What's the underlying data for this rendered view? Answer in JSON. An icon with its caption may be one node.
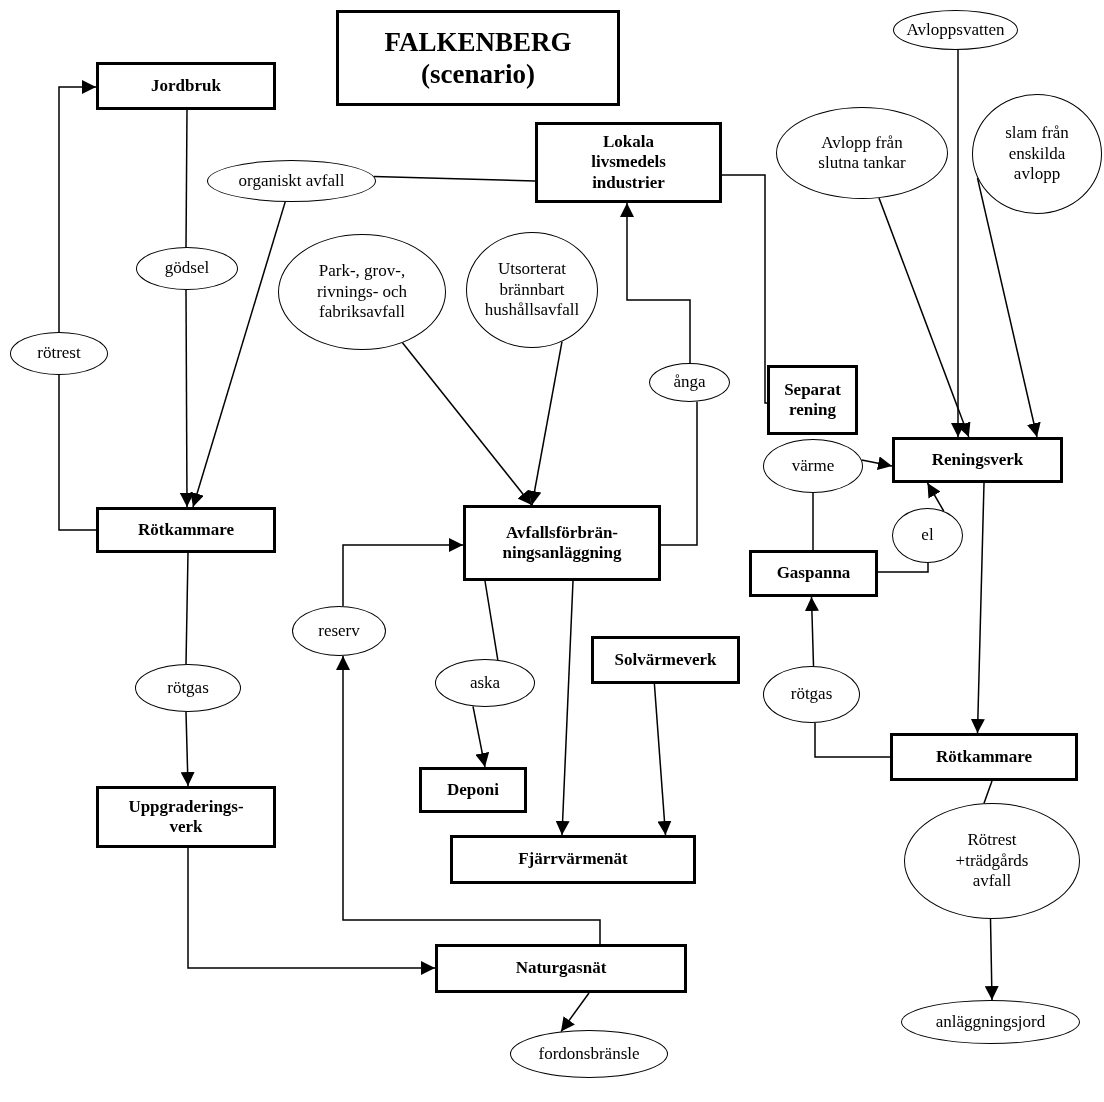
{
  "diagram": {
    "title": "FALKENBERG (scenario)",
    "nodes": [
      {
        "text": [
          "Jordbruk"
        ]
      },
      {
        "text": [
          "Lokala livsmedels industrier"
        ]
      },
      {
        "text": [
          "Avloppsvatten"
        ]
      },
      {
        "text": [
          "Avlopp från slutna tankar"
        ]
      },
      {
        "text": [
          "slam från enskilda avlopp"
        ]
      },
      {
        "text": [
          "organiskt avfall"
        ]
      },
      {
        "text": [
          "gödsel"
        ]
      },
      {
        "text": [
          "Park-, grov-, rivnings- och fabriksavfall"
        ]
      },
      {
        "text": [
          "Utsorterat brännbart hushållsavfall"
        ]
      },
      {
        "text": [
          "rötrest"
        ]
      },
      {
        "text": [
          "ånga"
        ]
      },
      {
        "text": [
          "Separat rening"
        ]
      },
      {
        "text": [
          "värme"
        ]
      },
      {
        "text": [
          "Reningsverk"
        ]
      },
      {
        "text": [
          "Rötkammare"
        ]
      },
      {
        "text": [
          "Avfallsförbrän-ningsanläggning"
        ]
      },
      {
        "text": [
          "el"
        ]
      },
      {
        "text": [
          "Gaspanna"
        ]
      },
      {
        "text": [
          "reserv"
        ]
      },
      {
        "text": [
          "Solvärmeverk"
        ]
      },
      {
        "text": [
          "rötgas"
        ]
      },
      {
        "text": [
          "aska"
        ]
      },
      {
        "text": [
          "rötgas"
        ]
      },
      {
        "text": [
          "Rötkammare"
        ]
      },
      {
        "text": [
          "Uppgraderings-verk"
        ]
      },
      {
        "text": [
          "Deponi"
        ]
      },
      {
        "text": [
          "Fjärrvärmenät"
        ]
      },
      {
        "text": [
          "Rötrest +trädgårds avfall"
        ]
      },
      {
        "text": [
          "Naturgasnät"
        ]
      },
      {
        "text": [
          "fordonsbränsle"
        ]
      },
      {
        "text": [
          "anläggningsjord"
        ]
      }
    ],
    "edges": [
      {
        "from": 14,
        "to": 9,
        "arrow": "none"
      },
      {
        "from": 9,
        "to": 0,
        "arrow": "to"
      },
      {
        "from": 0,
        "to": 6,
        "arrow": "none"
      },
      {
        "from": 6,
        "to": 14,
        "arrow": "to"
      },
      {
        "from": 1,
        "to": 5,
        "arrow": "none"
      },
      {
        "from": 5,
        "to": 14,
        "arrow": "to"
      },
      {
        "from": 1,
        "to": 11,
        "arrow": "none"
      },
      {
        "from": 7,
        "to": 15,
        "arrow": "to"
      },
      {
        "from": 8,
        "to": 15,
        "arrow": "to"
      },
      {
        "from": 15,
        "to": 10,
        "arrow": "none"
      },
      {
        "from": 10,
        "to": 1,
        "arrow": "to"
      },
      {
        "from": 15,
        "to": 26,
        "arrow": "to"
      },
      {
        "from": 19,
        "to": 26,
        "arrow": "to"
      },
      {
        "from": 15,
        "to": 21,
        "arrow": "none"
      },
      {
        "from": 21,
        "to": 25,
        "arrow": "to"
      },
      {
        "from": 28,
        "to": 18,
        "arrow": "to"
      },
      {
        "from": 18,
        "to": 15,
        "arrow": "to"
      },
      {
        "from": 14,
        "to": 20,
        "arrow": "none"
      },
      {
        "from": 20,
        "to": 24,
        "arrow": "to"
      },
      {
        "from": 24,
        "to": 28,
        "arrow": "to"
      },
      {
        "from": 28,
        "to": 29,
        "arrow": "to"
      },
      {
        "from": 2,
        "to": 13,
        "arrow": "to"
      },
      {
        "from": 3,
        "to": 13,
        "arrow": "to"
      },
      {
        "from": 4,
        "to": 13,
        "arrow": "to"
      },
      {
        "from": 12,
        "to": 13,
        "arrow": "to"
      },
      {
        "from": 17,
        "to": 12,
        "arrow": "none"
      },
      {
        "from": 17,
        "to": 16,
        "arrow": "none"
      },
      {
        "from": 16,
        "to": 13,
        "arrow": "to"
      },
      {
        "from": 13,
        "to": 23,
        "arrow": "to"
      },
      {
        "from": 23,
        "to": 22,
        "arrow": "none"
      },
      {
        "from": 22,
        "to": 17,
        "arrow": "to"
      },
      {
        "from": 23,
        "to": 27,
        "arrow": "none"
      },
      {
        "from": 27,
        "to": 30,
        "arrow": "to"
      }
    ]
  }
}
